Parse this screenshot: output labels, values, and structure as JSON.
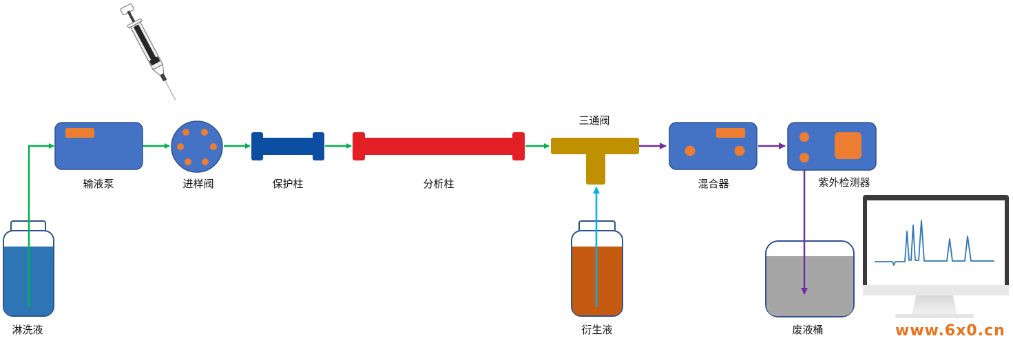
{
  "labels": {
    "wash_solution": "淋洗液",
    "pump": "输液泵",
    "injection_valve": "进样阀",
    "guard_column": "保护柱",
    "analytical_column": "分析柱",
    "three_way_valve": "三通阀",
    "derivatization_solution": "衍生液",
    "mixer": "混合器",
    "uv_detector": "紫外检测器",
    "waste_bucket": "废液桶"
  },
  "watermark": "www.6x0.cn",
  "colors": {
    "device_blue": "#4472c4",
    "device_border": "#2f528f",
    "indicator_orange": "#ed7d31",
    "flow_green": "#00b050",
    "flow_purple": "#7030a0",
    "flow_cyan": "#00b0f0",
    "guard_column": "#0b4ea2",
    "analytical_column": "#e31e25",
    "three_way_valve": "#bf9000",
    "wash_liquid": "#2e75b6",
    "derivative_liquid": "#c55a11",
    "waste_liquid": "#a6a6a6",
    "chromatogram_trace": "#2e75b6"
  },
  "icons": [
    "syringe-icon",
    "computer-monitor-icon"
  ]
}
